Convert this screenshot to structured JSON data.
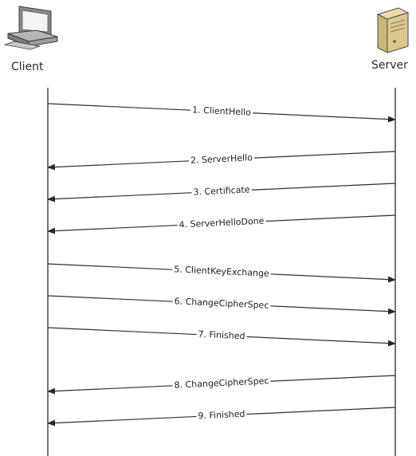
{
  "participants": {
    "client": {
      "label": "Client",
      "icon": "desktop-computer-icon"
    },
    "server": {
      "label": "Server",
      "icon": "server-tower-icon"
    }
  },
  "messages": [
    {
      "label": "1. ClientHello",
      "from": "client",
      "to": "server"
    },
    {
      "label": "2. ServerHello",
      "from": "server",
      "to": "client"
    },
    {
      "label": "3. Certificate",
      "from": "server",
      "to": "client"
    },
    {
      "label": "4. ServerHelloDone",
      "from": "server",
      "to": "client"
    },
    {
      "label": "5. ClientKeyExchange",
      "from": "client",
      "to": "server"
    },
    {
      "label": "6. ChangeCipherSpec",
      "from": "client",
      "to": "server"
    },
    {
      "label": "7. Finished",
      "from": "client",
      "to": "server"
    },
    {
      "label": "8. ChangeCipherSpec",
      "from": "server",
      "to": "client"
    },
    {
      "label": "9. Finished",
      "from": "server",
      "to": "client"
    }
  ],
  "colors": {
    "line": "#3a3a3a",
    "server_body": "#d9c48a",
    "monitor_frame": "#6b6b6b"
  }
}
